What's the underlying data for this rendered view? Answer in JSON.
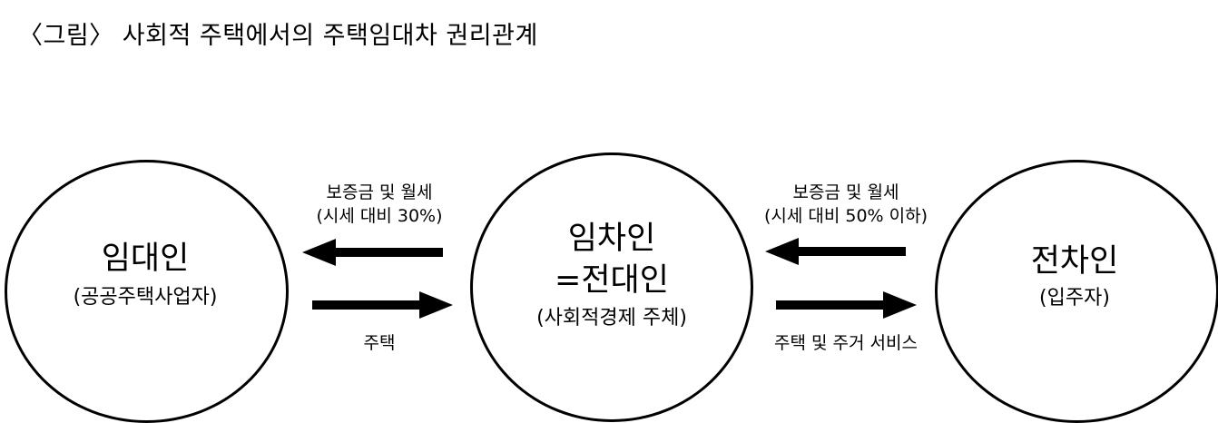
{
  "title": "〈그림〉 사회적 주택에서의 주택임대차 권리관계",
  "nodes": {
    "left": {
      "name": "임대인",
      "sub": "(공공주택사업자)"
    },
    "center": {
      "name_line1": "임차인",
      "name_line2": "=전대인",
      "sub": "(사회적경제 주체)"
    },
    "right": {
      "name": "전차인",
      "sub": "(입주자)"
    }
  },
  "flows": {
    "left_top_line1": "보증금 및 월세",
    "left_top_line2": "(시세 대비 30%)",
    "left_bottom": "주택",
    "right_top_line1": "보증금 및 월세",
    "right_top_line2": "(시세 대비 50% 이하)",
    "right_bottom": "주택 및 주거 서비스"
  },
  "colors": {
    "stroke": "#000000",
    "background": "#ffffff"
  }
}
